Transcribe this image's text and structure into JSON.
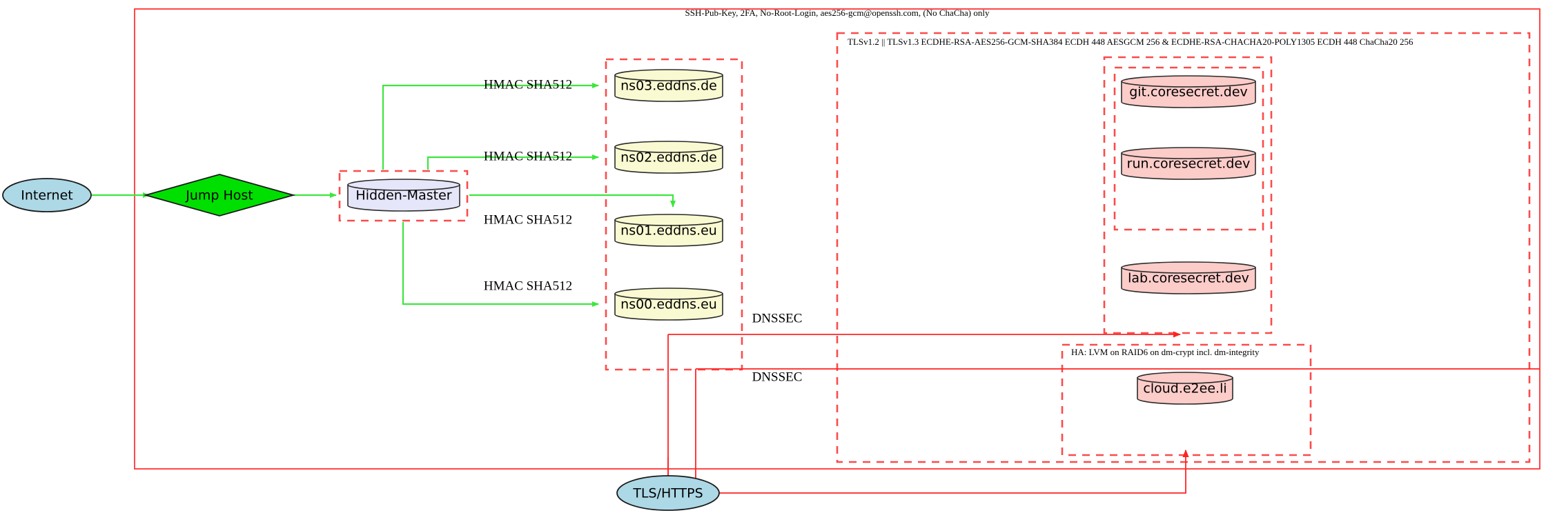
{
  "diagram": {
    "title_text": "SSH-Pub-Key, 2FA, No-Root-Login, aes256-gcm@openssh.com, (No ChaCha) only",
    "clusters": {
      "ssh_zone_label": "SSH-Pub-Key, 2FA, No-Root-Login, aes256-gcm@openssh.com, (No ChaCha) only",
      "tls_zone_label": "TLSv1.2 || TLSv1.3 ECDHE-RSA-AES256-GCM-SHA384 ECDH 448 AESGCM 256 & ECDHE-RSA-CHACHA20-POLY1305 ECDH 448 ChaCha20 256",
      "ha_zone_label": "HA: LVM on RAID6 on dm-crypt incl. dm-integrity"
    },
    "nodes": {
      "internet": {
        "label": "Internet",
        "shape": "ellipse",
        "color": "#add8e6"
      },
      "jump_host": {
        "label": "Jump Host",
        "shape": "diamond",
        "color": "#00e000"
      },
      "hidden_master": {
        "label": "Hidden-Master",
        "shape": "cylinder",
        "color": "#e6e6fa"
      },
      "ns03": {
        "label": "ns03.eddns.de",
        "shape": "cylinder",
        "color": "#fafad2"
      },
      "ns02": {
        "label": "ns02.eddns.de",
        "shape": "cylinder",
        "color": "#fafad2"
      },
      "ns01": {
        "label": "ns01.eddns.eu",
        "shape": "cylinder",
        "color": "#fafad2"
      },
      "ns00": {
        "label": "ns00.eddns.eu",
        "shape": "cylinder",
        "color": "#fafad2"
      },
      "git": {
        "label": "git.coresecret.dev",
        "shape": "cylinder",
        "color": "#fcccc9"
      },
      "run": {
        "label": "run.coresecret.dev",
        "shape": "cylinder",
        "color": "#fcccc9"
      },
      "lab": {
        "label": "lab.coresecret.dev",
        "shape": "cylinder",
        "color": "#fcccc9"
      },
      "cloud": {
        "label": "cloud.e2ee.li",
        "shape": "cylinder",
        "color": "#fcccc9"
      },
      "tls_https": {
        "label": "TLS/HTTPS",
        "shape": "ellipse",
        "color": "#add8e6"
      }
    },
    "edge_labels": {
      "hmac_ns03": "HMAC SHA512",
      "hmac_ns02": "HMAC SHA512",
      "hmac_ns01": "HMAC SHA512",
      "hmac_ns00": "HMAC SHA512",
      "dnssec_upper": "DNSSEC",
      "dnssec_lower": "DNSSEC"
    },
    "colors": {
      "edge_green": "#3ce63c",
      "edge_red": "#ff2222",
      "cluster_red": "#ff3333",
      "node_blue": "#add8e6",
      "node_green": "#00e000",
      "node_lavender": "#e6e6fa",
      "node_yellow": "#fafad2",
      "node_pink": "#fcccc9"
    }
  }
}
